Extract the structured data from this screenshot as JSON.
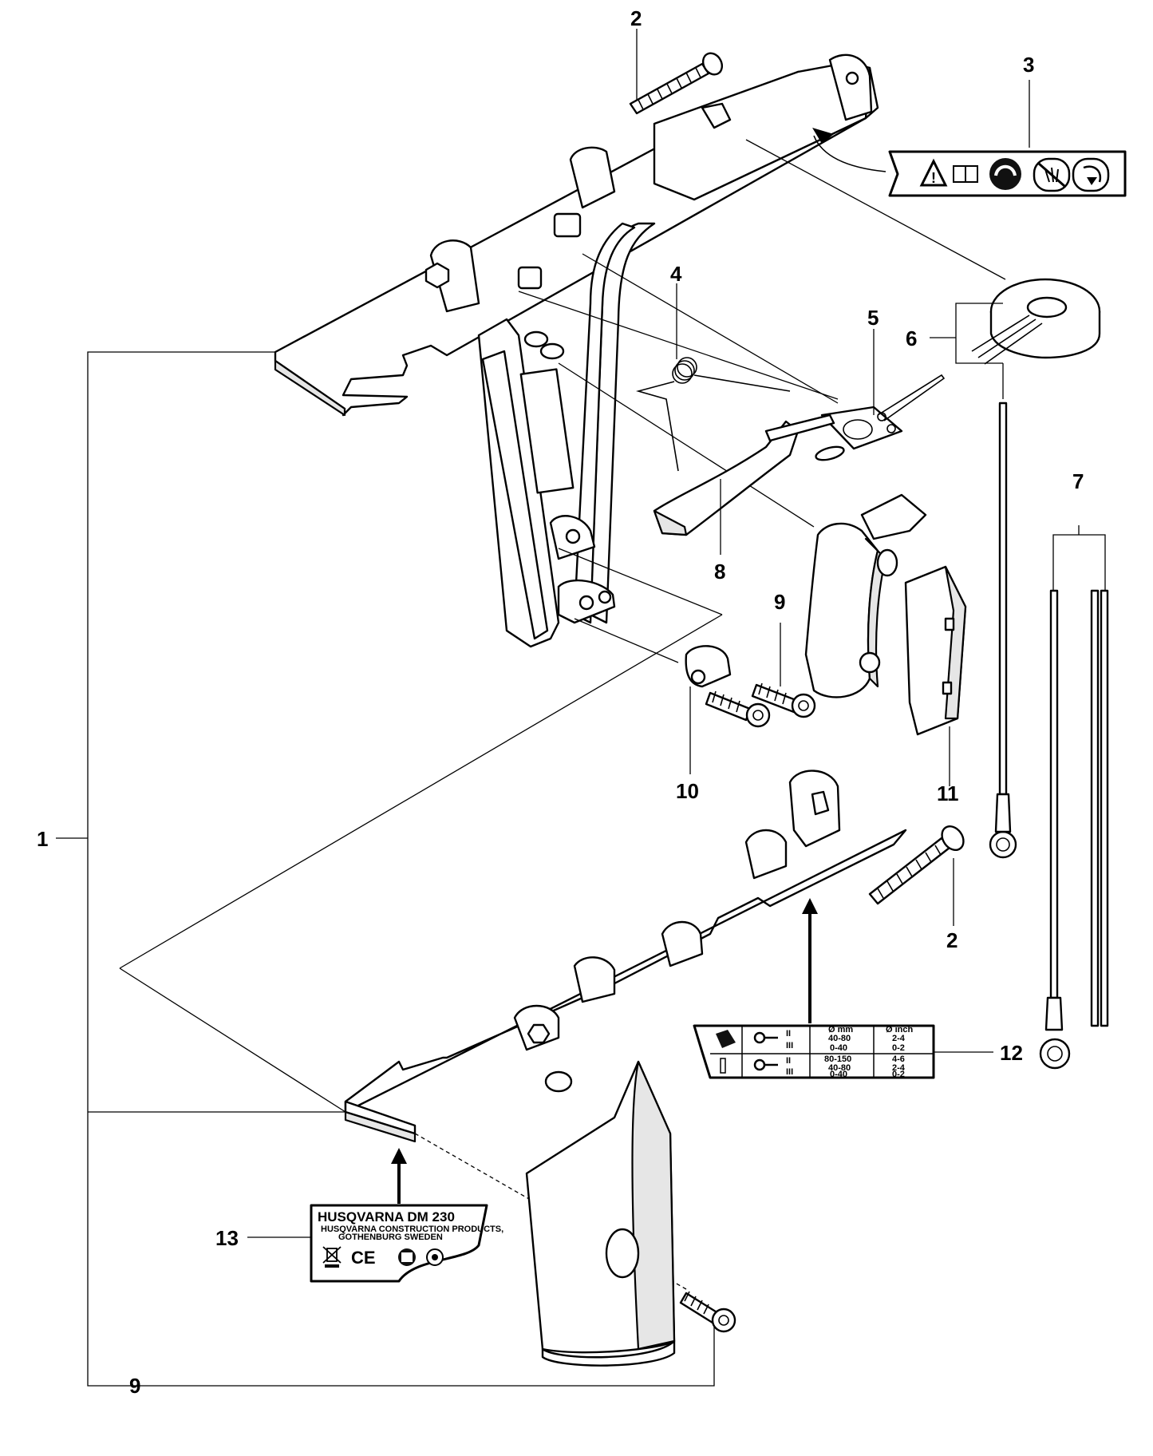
{
  "callouts": {
    "c1": "1",
    "c2_top": "2",
    "c2_bottom": "2",
    "c3": "3",
    "c4": "4",
    "c5": "5",
    "c6": "6",
    "c7": "7",
    "c8": "8",
    "c9_top": "9",
    "c9_bottom": "9",
    "c10": "10",
    "c11": "11",
    "c12": "12",
    "c13": "13"
  },
  "label12": {
    "col_mm": "Ø mm",
    "col_inch": "Ø inch",
    "row1_mm": "40-80",
    "row1_inch": "2-4",
    "row2_mm": "0-40",
    "row2_inch": "0-2",
    "row3_mm": "80-150",
    "row3_inch": "4-6",
    "row4_mm": "40-80",
    "row4_inch": "2-4",
    "row5_mm": "0-40",
    "row5_inch": "0-2",
    "mark_a": "II",
    "mark_b": "III"
  },
  "label13": {
    "model": "HUSQVARNA DM 230",
    "line1": "HUSQVARNA CONSTRUCTION PRODUCTS,",
    "line2": "GOTHENBURG SWEDEN",
    "ce": "CE"
  },
  "icons": [
    "warning-triangle-icon",
    "manual-book-icon",
    "hearing-protection-icon",
    "no-hand-cut-icon",
    "hand-rotation-icon",
    "wedge-icon",
    "key-icon",
    "drill-bit-icon",
    "weee-bin-icon",
    "gost-mark-icon",
    "ul-mark-icon"
  ]
}
